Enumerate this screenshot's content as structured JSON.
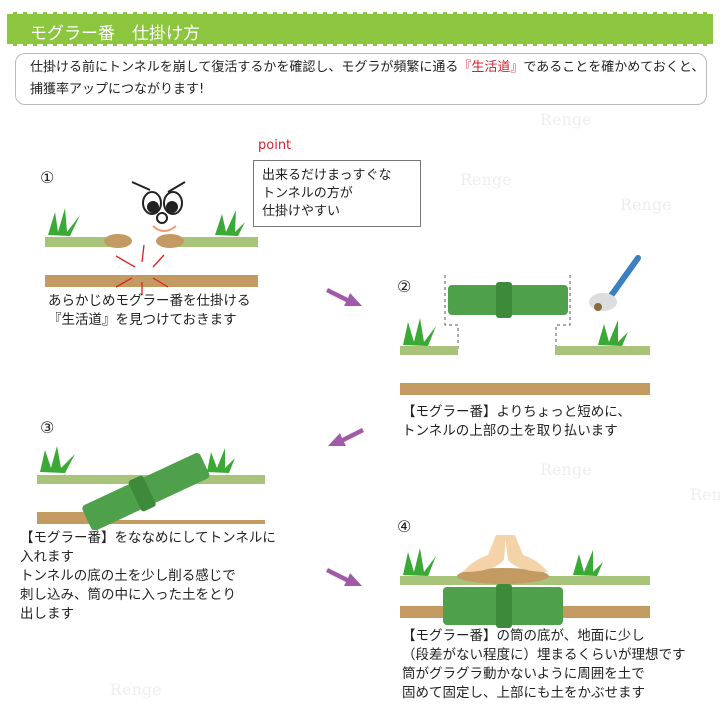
{
  "header": {
    "title": "モグラー番　仕掛け方"
  },
  "intro": {
    "before": "仕掛ける前にトンネルを崩して復活するかを確認し、モグラが頻繁に通る",
    "highlight": "『生活道』",
    "after": "であることを確かめておくと、捕獲率アップにつながります!"
  },
  "point": {
    "label": "point",
    "text": "出来るだけまっすぐな\nトンネルの方が\n仕掛けやすい"
  },
  "steps": [
    {
      "number": "①",
      "caption": "あらかじめモグラー番を仕掛ける\n『生活道』を見つけておきます"
    },
    {
      "number": "②",
      "caption": "【モグラー番】よりちょっと短めに、\nトンネルの上部の土を取り払います"
    },
    {
      "number": "③",
      "caption": "【モグラー番】をななめにしてトンネルに\n入れます\nトンネルの底の土を少し削る感じで\n刺し込み、筒の中に入った土をとり\n出します"
    },
    {
      "number": "④",
      "caption": "【モグラー番】の筒の底が、地面に少し\n（段差がない程度に）埋まるくらいが理想です\n筒がグラグラ動かないように周囲を土で\n固めて固定し、上部にも土をかぶせます"
    }
  ],
  "colors": {
    "header": "#8cc63f",
    "arrow": "#a05aa8",
    "tube": "#4ea04a",
    "accent": "#d0222e"
  }
}
